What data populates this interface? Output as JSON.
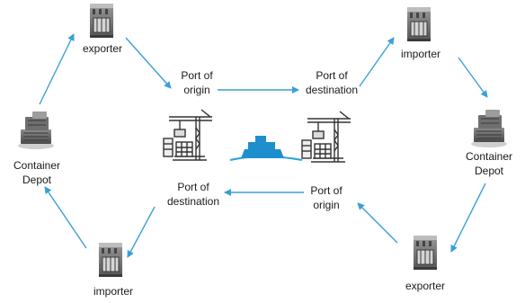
{
  "nodes": {
    "exporter_left": "exporter",
    "importer_right": "importer",
    "container_depot_left": [
      "Container",
      "Depot"
    ],
    "container_depot_right": [
      "Container",
      "Depot"
    ],
    "importer_left": "importer",
    "exporter_right": "exporter",
    "port_origin_top": [
      "Port of",
      "origin"
    ],
    "port_destination_top": [
      "Port of",
      "destination"
    ],
    "port_destination_bottom": [
      "Port of",
      "destination"
    ],
    "port_origin_bottom": [
      "Port of",
      "origin"
    ]
  },
  "colors": {
    "arrow": "#3a9fd6",
    "ship": "#1e8fce",
    "water": "#2aa3de",
    "icon_dark": "#5b5b5b",
    "icon_light": "#b0b0b0",
    "crane": "#333333"
  },
  "icons": {
    "exporter_left": "factory-icon",
    "importer_right": "factory-icon",
    "container_depot_left": "container-stack-icon",
    "container_depot_right": "container-stack-icon",
    "importer_left": "factory-icon",
    "exporter_right": "factory-icon",
    "port_left": "port-crane-icon",
    "port_right": "port-crane-icon",
    "ship": "container-ship-icon"
  }
}
